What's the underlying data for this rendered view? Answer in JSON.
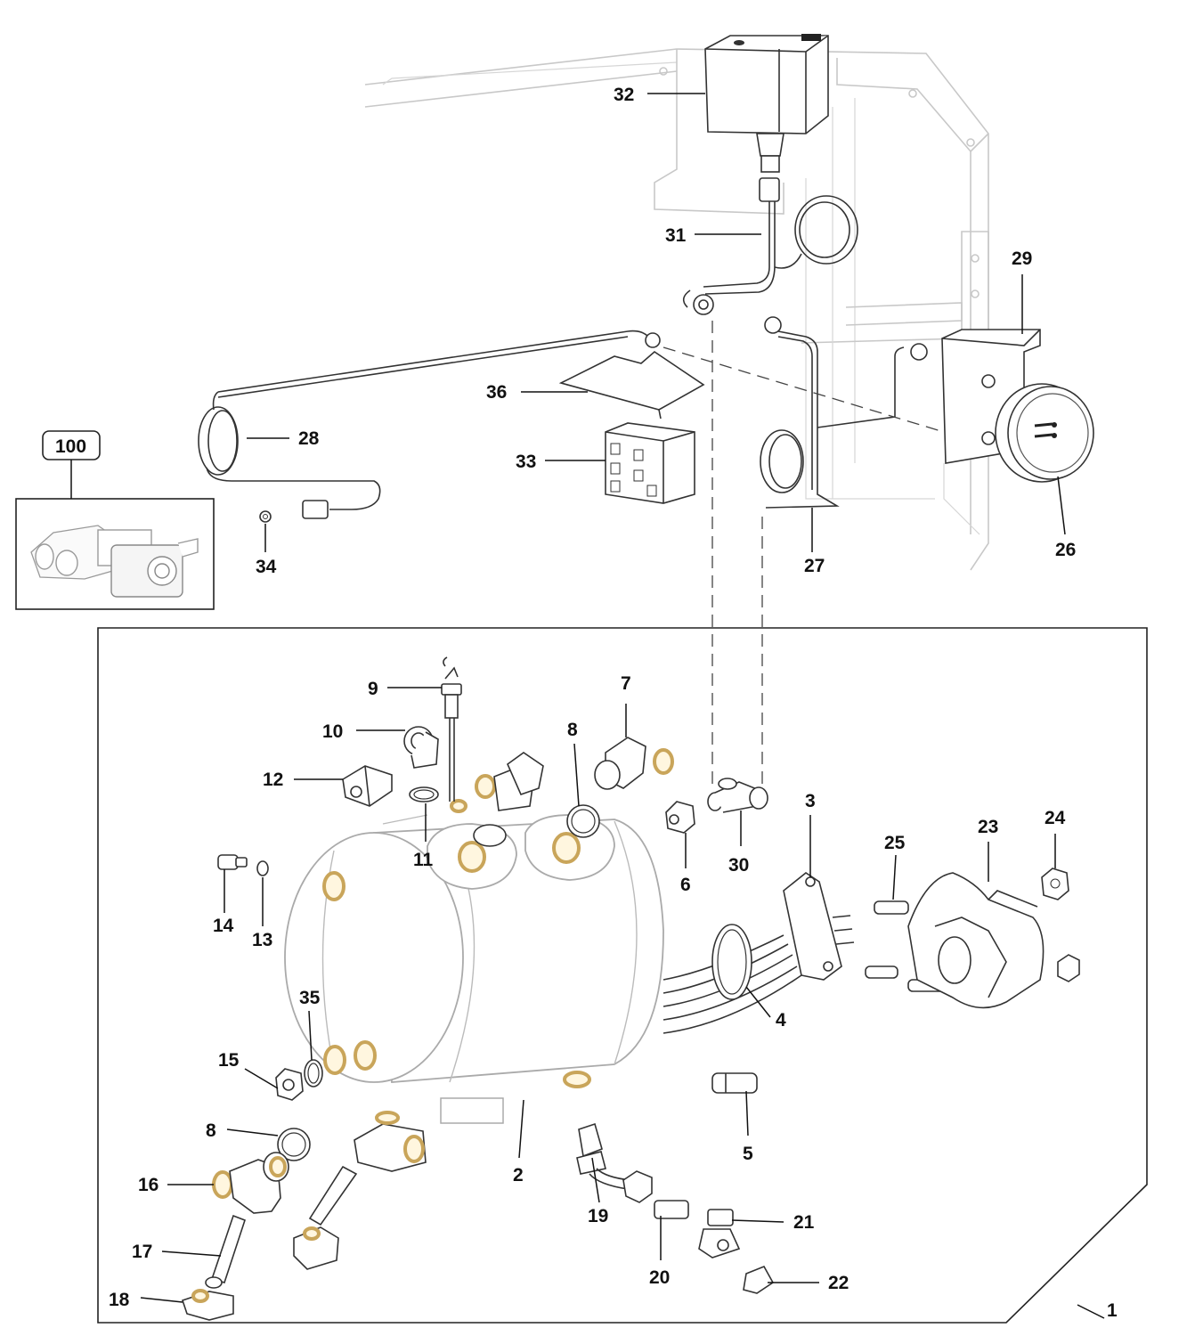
{
  "callouts": {
    "c1": "1",
    "c2": "2",
    "c3": "3",
    "c4": "4",
    "c5": "5",
    "c6": "6",
    "c7": "7",
    "c8a": "8",
    "c8b": "8",
    "c9": "9",
    "c10": "10",
    "c11": "11",
    "c12": "12",
    "c13": "13",
    "c14": "14",
    "c15": "15",
    "c16": "16",
    "c17": "17",
    "c18": "18",
    "c19": "19",
    "c20": "20",
    "c21": "21",
    "c22": "22",
    "c23": "23",
    "c24": "24",
    "c25": "25",
    "c26": "26",
    "c27": "27",
    "c28": "28",
    "c29": "29",
    "c30": "30",
    "c31": "31",
    "c32": "32",
    "c33": "33",
    "c34": "34",
    "c35": "35",
    "c36": "36",
    "c100": "100"
  },
  "colors": {
    "line": "#333333",
    "ghost": "#c8c8c8",
    "seal_gold": "#c9a55a",
    "background": "#ffffff"
  }
}
